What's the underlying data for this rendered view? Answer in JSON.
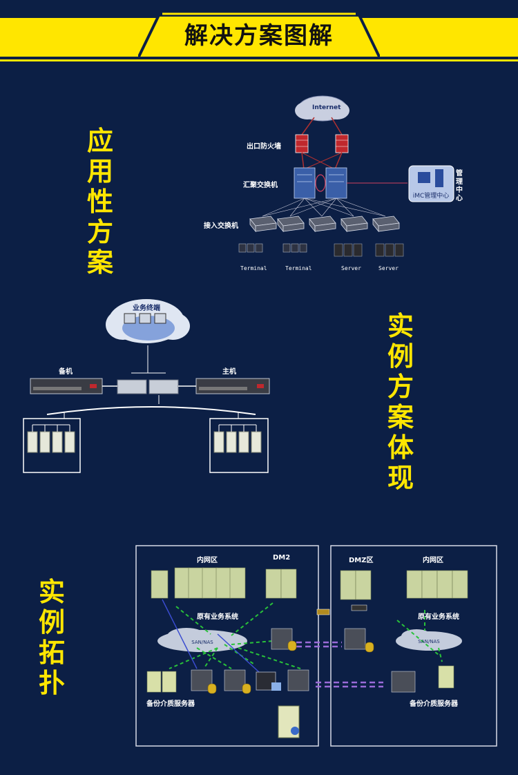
{
  "header": {
    "title": "解决方案图解"
  },
  "sections": [
    {
      "title": "应用性方案"
    },
    {
      "title": "实例方案体现"
    },
    {
      "title": "实例拓扑"
    }
  ],
  "diagram1": {
    "internet": "Internet",
    "firewall": "出口防火墙",
    "core_switch": "汇聚交换机",
    "access_switch": "接入交换机",
    "mgmt_center": "管理中心",
    "imc_label": "iMC管理中心",
    "terminal_1": "Terminal",
    "terminal_2": "Terminal",
    "server_1": "Server",
    "server_2": "Server"
  },
  "diagram2": {
    "cloud": "业务终端",
    "standby": "备机",
    "primary": "主机"
  },
  "diagram3": {
    "left_intranet": "内网区",
    "left_dmz": "DM2",
    "left_legacy": "原有业务系统",
    "left_san": "SAN/NAS",
    "left_backup": "备份介质服务器",
    "right_dmz": "DMZ区",
    "right_intranet": "内网区",
    "right_legacy": "原有业务系统",
    "right_san": "SAN/NAS",
    "right_backup": "备份介质服务器"
  },
  "colors": {
    "background": "#0c1f45",
    "accent": "#ffe600",
    "firewall": "#c0282d",
    "switch": "#3a5fa8",
    "link_green": "#29c23a",
    "link_purple": "#9a6ad8"
  }
}
